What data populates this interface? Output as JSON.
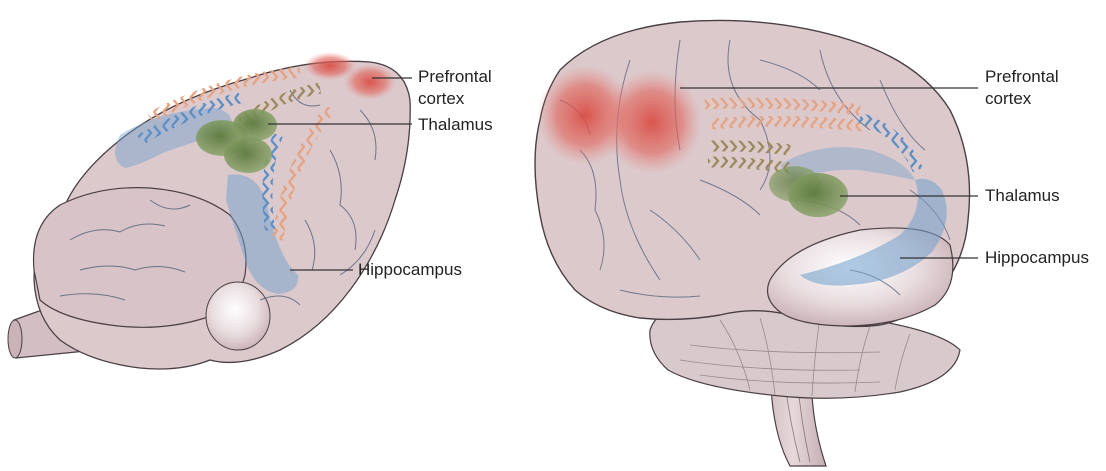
{
  "rodent_brain": {
    "labels": {
      "prefrontal": "Prefrontal\ncortex",
      "thalamus": "Thalamus",
      "hippocampus": "Hippocampus"
    }
  },
  "human_brain": {
    "labels": {
      "prefrontal": "Prefrontal\ncortex",
      "thalamus": "Thalamus",
      "hippocampus": "Hippocampus"
    }
  },
  "colors": {
    "tissue": "#dcc9cc",
    "tissue_edge": "#4a3f44",
    "sulci": "#4f5f78",
    "prefrontal": "#d9483f",
    "thalamus": "#6f8a4f",
    "hippocampus": "#6f9fcc",
    "arrow_orange": "#e7a27f",
    "arrow_blue": "#5a8fc8",
    "arrow_brown": "#9c8a5c",
    "cerebellum": "#d7c9cc"
  }
}
